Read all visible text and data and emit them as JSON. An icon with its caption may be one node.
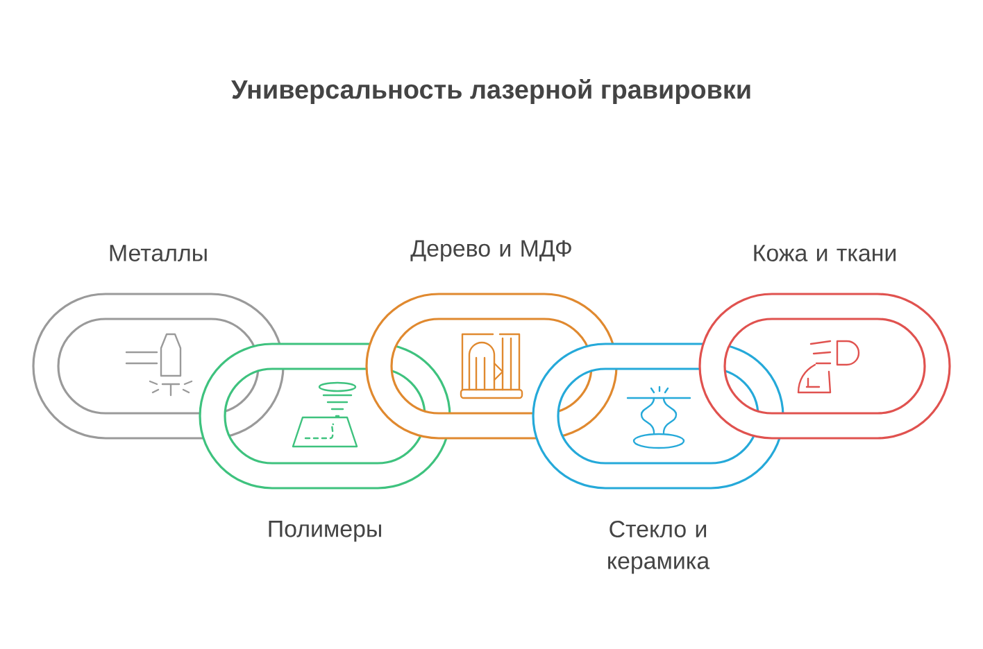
{
  "diagram": {
    "title": "Универсальность лазерной гравировки",
    "nodes": [
      {
        "text": [
          "Металлы"
        ]
      },
      {
        "text": [
          "Полимеры"
        ]
      },
      {
        "text": [
          "Дерево и МДФ"
        ]
      },
      {
        "text": [
          "Стекло и керамика"
        ]
      },
      {
        "text": [
          "Кожа и ткани"
        ]
      }
    ]
  }
}
